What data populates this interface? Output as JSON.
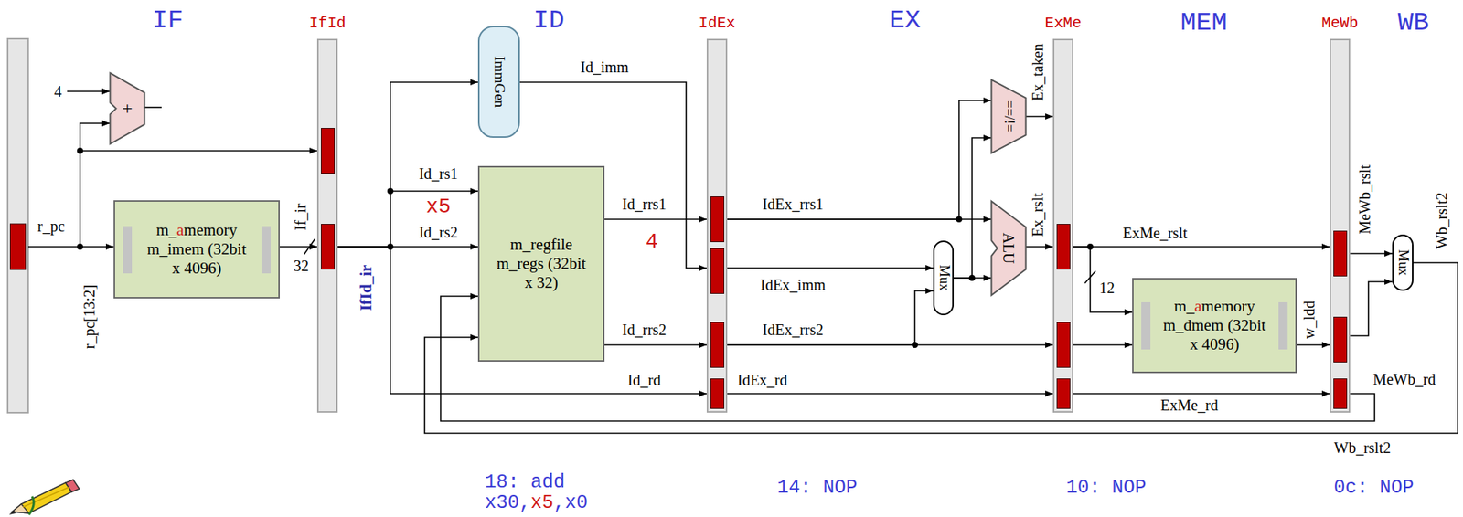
{
  "diagram": {
    "nodes": [
      {
        "text": [
          "IfId"
        ]
      },
      {
        "text": [
          "IdEx"
        ]
      },
      {
        "text": [
          "ExMe"
        ]
      },
      {
        "text": [
          "MeWb"
        ]
      },
      {
        "text": [
          "+"
        ]
      },
      {
        "text": [
          "m_amemory m_imem (32bit x 4096)"
        ]
      },
      {
        "text": [
          "ImmGen"
        ]
      },
      {
        "text": [
          "m_regfile m_regs (32bit x 32)"
        ]
      },
      {
        "text": [
          "==/!="
        ]
      },
      {
        "text": [
          "ALU"
        ]
      },
      {
        "text": [
          "Mux"
        ]
      },
      {
        "text": [
          "m_amemory m_dmem (32bit x 4096)"
        ]
      },
      {
        "text": [
          "Mux"
        ]
      }
    ],
    "edges": [
      {
        "from": 5,
        "to": 0,
        "arrow": "to",
        "label": "If_ir"
      },
      {
        "from": 0,
        "to": 6,
        "arrow": "to"
      },
      {
        "from": 0,
        "to": 7,
        "arrow": "to",
        "label": "Id_rs1"
      },
      {
        "from": 0,
        "to": 7,
        "arrow": "to",
        "label": "Id_rs2"
      },
      {
        "from": 0,
        "to": 1,
        "arrow": "to",
        "label": "Id_rd"
      },
      {
        "from": 6,
        "to": 1,
        "arrow": "to",
        "label": "Id_imm"
      },
      {
        "from": 7,
        "to": 1,
        "arrow": "to",
        "label": "Id_rrs1"
      },
      {
        "from": 7,
        "to": 1,
        "arrow": "to",
        "label": "Id_rrs2"
      },
      {
        "from": 1,
        "to": 8,
        "arrow": "to"
      },
      {
        "from": 1,
        "to": 9,
        "arrow": "to",
        "label": "IdEx_rrs1"
      },
      {
        "from": 1,
        "to": 10,
        "arrow": "to",
        "label": "IdEx_imm"
      },
      {
        "from": 1,
        "to": 10,
        "arrow": "to"
      },
      {
        "from": 1,
        "to": 2,
        "arrow": "to",
        "label": "IdEx_rrs2"
      },
      {
        "from": 10,
        "to": 9,
        "arrow": "to"
      },
      {
        "from": 10,
        "to": 8,
        "arrow": "to"
      },
      {
        "from": 8,
        "to": 2,
        "arrow": "to",
        "label": "Ex_taken"
      },
      {
        "from": 9,
        "to": 2,
        "arrow": "to",
        "label": "Ex_rslt"
      },
      {
        "from": 1,
        "to": 2,
        "arrow": "to",
        "label": "IdEx_rd"
      },
      {
        "from": 2,
        "to": 3,
        "arrow": "to",
        "label": "ExMe_rslt"
      },
      {
        "from": 2,
        "to": 11,
        "arrow": "to"
      },
      {
        "from": 2,
        "to": 11,
        "arrow": "to"
      },
      {
        "from": 11,
        "to": 3,
        "arrow": "to",
        "label": "w_ldd"
      },
      {
        "from": 2,
        "to": 3,
        "arrow": "to",
        "label": "ExMe_rd"
      },
      {
        "from": 3,
        "to": 12,
        "arrow": "to",
        "label": "MeWb_rslt"
      },
      {
        "from": 3,
        "to": 12,
        "arrow": "to"
      },
      {
        "from": 3,
        "to": 7,
        "arrow": "to",
        "label": "MeWb_rd"
      },
      {
        "from": 12,
        "to": 7,
        "arrow": "to",
        "label": "Wb_rslt2"
      }
    ],
    "labels": [
      "IF",
      "ID",
      "EX",
      "MEM",
      "WB",
      "4",
      "r_pc",
      "r_pc[13:2]",
      "32",
      "IfId_ir",
      "x5",
      "4",
      "12",
      "Wb_rslt2",
      "18: add x30,x5,x0",
      "14: NOP",
      "10: NOP",
      "0c: NOP"
    ]
  }
}
